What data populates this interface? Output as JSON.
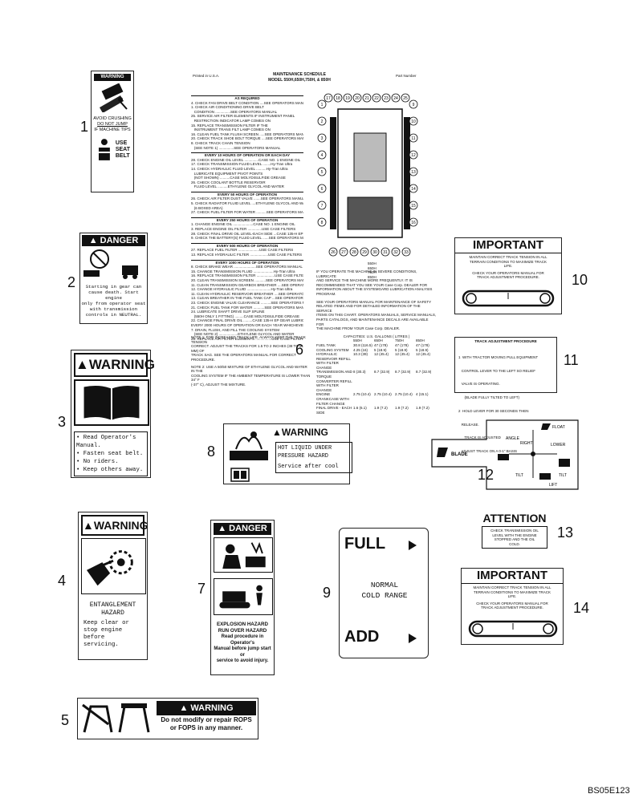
{
  "callouts": [
    "1",
    "2",
    "3",
    "4",
    "5",
    "6",
    "7",
    "8",
    "9",
    "10",
    "11",
    "12",
    "13",
    "14"
  ],
  "d1": {
    "header": "WARNING",
    "lines": [
      "AVOID CRUSHING",
      "DO NOT JUMP",
      "IF MACHINE TIPS"
    ],
    "seat": [
      "USE",
      "SEAT",
      "BELT"
    ]
  },
  "d2": {
    "header": "DANGER",
    "text": [
      "Starting in gear can",
      "cause death. Start engine",
      "only from operator seat",
      "with transmission",
      "controls in NEUTRAL."
    ]
  },
  "d3": {
    "header": "WARNING",
    "items": [
      "• Read Operator's Manual.",
      "• Fasten seat belt.",
      "• No riders.",
      "• Keep others away."
    ]
  },
  "d4": {
    "header": "WARNING",
    "title": [
      "ENTANGLEMENT",
      "HAZARD"
    ],
    "text": [
      "Keep clear or",
      "stop engine before",
      "servicing."
    ]
  },
  "d5": {
    "header": "WARNING",
    "text": [
      "Do not modify or repair ROPS",
      "or FOPS in any manner."
    ]
  },
  "d6": {
    "printed": "Printed in U.S.A.",
    "title": [
      "MAINTENANCE SCHEDULE",
      "MODEL 550H,650H,750H, & 850H"
    ],
    "part": "Part Number",
    "sections": [
      {
        "heading": "AS REQUIRED",
        "lines": [
          "4. CHECK FAN DRIVE BELT CONDITION ....SEE OPERATORS MANUAL",
          "1. CHECK AIR CONDITIONING DRIVE BELT",
          "   CONDITION ...............SEE OPERATORS MANUAL",
          "25. SERVICE AIR FILTER ELEMENTS IF INSTRUMENT PANEL",
          "   RESTRICTION INDICATOR LAMP COMES ON",
          "15. REPLACE TRANSMISSION FILTER IF THE",
          "   INSTRUMENT TRANS FILT LAMP COMES ON",
          "16. CLEAN FUEL TANK FLUSH SCREEN .....SEE OPERATORS MANUAL",
          "20. CHECK TRACK SHOE BOLT TORQUE ....SEE OPERATORS MANUAL",
          "8. CHECK TRACK CHAIN TENSION",
          "   (SEE NOTE 1) ...............SEE OPERATORS MANUAL"
        ]
      },
      {
        "heading": "EVERY 10 HOURS OF OPERATION OR EACH DAY",
        "lines": [
          "28. CHECK ENGINE OIL LEVEL ..............CASE NO. 1 ENGINE OIL",
          "17. CHECK TRANSMISSION FLUID LEVEL ........Hy-Tran Ultra",
          "14. CHECK HYDRAULIC FLUID LEVEL ..........Hy-Tran Ultra",
          "   LUBRICATE EQUIPMENT PIVOT POINTS",
          "   (NOT SHOWN) ..........CASE MOLYDISULFIDE GREASE",
          "26. CHECK COOLANT BOTTLE RESERVOIR",
          "   FLUID LEVEL ..........ETHYLENE GLYCOL AND WATER"
        ]
      },
      {
        "heading": "EVERY 50 HOURS OF OPERATION",
        "lines": [
          "26. CHECK AIR FILTER DUST VALVE .......SEE OPERATORS MANUAL",
          "5. CHECK RADIATOR FLUID LEVEL ....ETHYLENE GLYCOL AND WATER",
          "   (6 BOXED AREA)",
          "27. CHECK FUEL FILTER FOR WATER ..........SEE OPERATORS MANUAL"
        ]
      },
      {
        "heading": "EVERY 250 HOURS OF OPERATION",
        "lines": [
          "1. CHANGE ENGINE OIL ....................CASE NO. 1 ENGINE OIL",
          "3. REPLACE ENGINE OIL FILTER ..............USE CASE FILTERS",
          "28. CHECK FINAL DRIVE OIL LEVEL-EACH SIDE ...CASE 135-H EP GEAR",
          "9. CHECK THE BATTERY(S) FLUID LEVEL ......SEE OPERATORS MANUAL"
        ]
      },
      {
        "heading": "EVERY 500 HOURS OF OPERATION",
        "lines": [
          "27. REPLACE FUEL FILTER .....................USE CASE FILTERS",
          "13. REPLACE HYDRAULIC FILTER ..................USE CASE FILTERS"
        ]
      },
      {
        "heading": "EVERY 1000 HOURS OF OPERATION",
        "lines": [
          "8. CHECK BRAKE WEAR ......................SEE OPERATORS MANUAL",
          "15. CHANGE TRANSMISSION FLUID ....................Hy-Tran Ultra",
          "16. REPLACE TRANSMISSION FILTER ..................USE CASE FILTER",
          "20. CLEAN TRANSMISSION SCREEN ...........SEE OPERATORS MANUAL",
          "11. CLEAN TRANSMISSION GEARBOX BREATHER ....SEE OPERATORS MANUAL",
          "12. CHANGE HYDRAULIC FLUID ........................Hy-Tran Ultra",
          "11. CLEAN HYDRAULIC RESERVOIR BREATHER ....SEE OPERATORS MANUAL",
          "13. CLEAN BREATHER IN THE FUEL TANK CAP ...SEE OPERATORS MANUAL",
          "23. CHECK ENGINE VALVE CLEARANCE ..........SEE OPERATORS MANUAL",
          "21. CHECK FUEL TANK FOR WATER ...........SEE OPERATORS MANUAL",
          "24. LUBRICATE SHAFT DRIVE SLIP SPLINE",
          "   (550H ONLY 1 FITTING) .........CASE MOLYDISULFIDE GREASE",
          "22. CHANGE FINAL DRIVE OIL .........CASE 135-H EP GEAR LUBRICANT",
          "EVERY 2000 HOURS OF OPERATION OR EACH YEAR WHICHEVER OCCURS FIRST",
          "7. DRAIN, FLUSH, AND FILL THE COOLING SYSTEM",
          "   (SEE NOTE 2) ...................ETHYLENE GLYCOL AND WATER",
          "25. REPLACE AIR FILTER ELEMENTS ................USE CASE FILTERS"
        ]
      }
    ],
    "notes": [
      "NOTE 1: FOR INCREASED TRACK LIFE, ALWAYS KEEP THE TRACK TENSION",
      "CORRECT. ADJUST THE TRACKS FOR 1.5 TO 2 INCHES (38 TO 51 MM) OF",
      "TRACK SAG. SEE THE OPERATORS MANUAL FOR CORRECT PROCEDURE.",
      "NOTE 2: USE A 50/50 MIXTURE OF ETHYLENE GLYCOL AND WATER IN THE",
      "COOLING SYSTEM IF THE AMBIENT TEMPERATURE IS LOWER THAN 34° F",
      "(-37° C), ADJUST THE MIXTURE."
    ],
    "diagram_numbers": [
      "1",
      "2",
      "3",
      "4",
      "5",
      "6",
      "7",
      "8",
      "9",
      "10",
      "11",
      "12",
      "13",
      "14",
      "15",
      "16",
      "17",
      "18",
      "19",
      "20",
      "21",
      "22",
      "23",
      "24",
      "25",
      "26",
      "27",
      "28",
      "29",
      "30",
      "31",
      "32",
      "33"
    ],
    "model_labels": [
      "550H",
      "650H",
      "750H",
      "850H"
    ],
    "severe": [
      "IF YOU OPERATE THE MACHINE IN SEVERE CONDITIONS, LUBRICATE",
      "AND SERVICE THE MACHINE MORE FREQUENTLY. IT IS",
      "RECOMMENDED THAT YOU SEE YOUR Case Corp. DEALER FOR",
      "INFORMATION ABOUT THE SYSTEMGARD LUBRICATION ANALYSIS",
      "PROGRAM."
    ],
    "manual": [
      "SEE YOUR OPERATORS MANUAL FOR MAINTENANCE OF SAFETY",
      "RELATED ITEMS AND FOR DETAILED INFORMATION OF THE SERVICE",
      "ITEMS ON THIS CHART. OPERATORS MANUALS, SERVICE MANUALS,",
      "PARTS CATALOGS, AND MAINTENANCE DECALS ARE AVAILABLE FOR",
      "THE MACHINE FROM YOUR Case Corp. DEALER."
    ],
    "capacities_title": "CAPACITIES: U.S. GALLONS ( LITRES )",
    "cap_header": [
      "",
      "550H",
      "650H",
      "750H",
      "850H"
    ],
    "cap_rows": [
      [
        "FUEL TANK",
        "30.8 (116.5)",
        "47 (178)",
        "47 (178)",
        "47 (178)"
      ],
      [
        "COOLING SYSTEM",
        "4.25 (16)",
        "5 (18.9)",
        "5 (18.9)",
        "5 (18.9)"
      ],
      [
        "HYDRAULIC RESERVOIR REFILL WITH FILTER CHANGE",
        "10.3 (39)",
        "12 (45.4)",
        "12 (45.4)",
        "12 (45.4)"
      ],
      [
        "TRANSMISSION AND TORQUE CONVERTER REFILL WITH FILTER CHANGE",
        "8 (30.3)",
        "8.7 (32.9)",
        "8.7 (32.9)",
        "8.7 (32.9)"
      ],
      [
        "ENGINE CRANKCASE WITH FILTER CHANGE",
        "2.75 (10.4)",
        "2.75 (10.4)",
        "2.75 (10.4)",
        "4 (15.1)"
      ],
      [
        "FINAL DRIVE - EACH SIDE",
        "1.6 (6.1)",
        "1.9 (7.2)",
        "1.9 (7.2)",
        "1.9 (7.2)"
      ]
    ]
  },
  "d7": {
    "header": "DANGER",
    "title": [
      "EXPLOSION HAZARD",
      "RUN OVER HAZARD"
    ],
    "text": [
      "Read procedure in Operator's",
      "Manual before jump start or",
      "service to avoid injury."
    ]
  },
  "d8": {
    "header": "WARNING",
    "text": [
      "HOT LIQUID UNDER",
      "PRESSURE HAZARD",
      "Service after cool"
    ]
  },
  "d9": {
    "full": "FULL",
    "normal": [
      "NORMAL",
      "COLD RANGE"
    ],
    "add": "ADD"
  },
  "d10": {
    "header": "IMPORTANT",
    "text": [
      "MAINTAIN CORRECT TRACK TENSION IN ALL",
      "TERRAIN CONDITIONS TO MAXIMIZE TRACK",
      "LIFE.",
      "CHECK YOUR OPERATORS MANUAL FOR",
      "TRACK ADJUSTMENT PROCEDURE."
    ]
  },
  "d11": {
    "header": "TRACK ADJUSTMENT PROCEDURE",
    "steps": [
      "1  WITH TRACTOR MOVING PULL EQUIPMENT",
      "   CONTROL LEVER TO THE LEFT SO RELIEF",
      "   VALVE IS OPERATING.",
      "      (BLADE FULLY TILTED TO LEFT)",
      "2  HOLD LEVER FOR 30 SECONDS THEN",
      "   RELEASE.",
      "      TRACK IS ADJUSTED",
      "   ADJUST TRACK ON A 0-1\" BASIS"
    ]
  },
  "d12": {
    "labels": [
      "BLADE",
      "FLOAT",
      "ANGLE",
      "RIGHT",
      "LOWER",
      "TILT",
      "LIFT",
      "TILT"
    ]
  },
  "d13": {
    "header": "ATTENTION",
    "text": [
      "CHECK TRANSMISSION OIL",
      "LEVEL WITH THE ENGINE",
      "STOPPED AND THE OIL",
      "COLD."
    ]
  },
  "d14": {
    "header": "IMPORTANT",
    "text": [
      "MAINTAIN CORRECT TRACK TENSION IN ALL",
      "TERRAIN CONDITIONS TO MAXIMIZE TRACK",
      "LIFE.",
      "CHECK YOUR OPERATORS MANUAL FOR",
      "TRACK ADJUSTMENT PROCEDURE."
    ]
  },
  "code": "BS05E123"
}
